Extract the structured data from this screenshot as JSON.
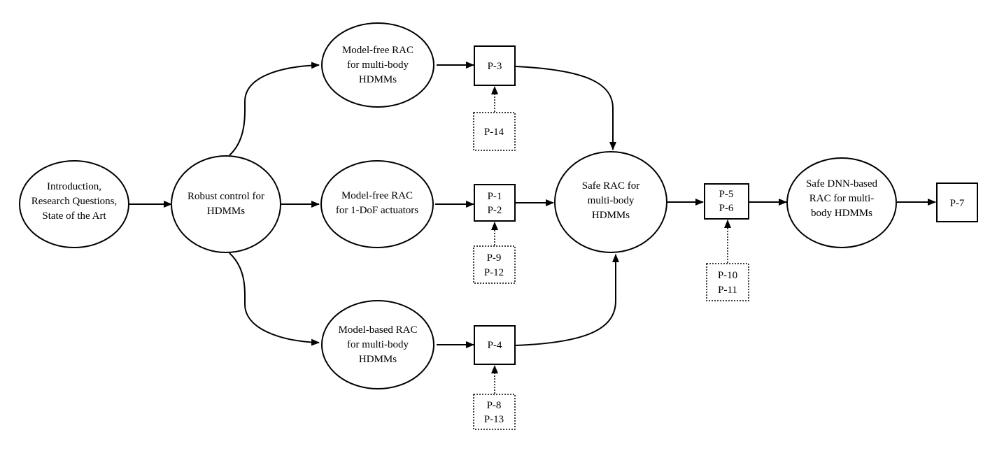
{
  "nodes": {
    "intro": [
      "Introduction,",
      "Research Questions,",
      "State of the Art"
    ],
    "robust": [
      "Robust control for",
      "HDMMs"
    ],
    "mf_multibody": [
      "Model-free RAC",
      "for multi-body",
      "HDMMs"
    ],
    "mf_1dof": [
      "Model-free RAC",
      "for 1-DoF actuators"
    ],
    "mb_multibody": [
      "Model-based RAC",
      "for multi-body",
      "HDMMs"
    ],
    "safe_rac": [
      "Safe RAC for",
      "multi-body",
      "HDMMs"
    ],
    "safe_dnn": [
      "Safe DNN-based",
      "RAC for multi-",
      "body HDMMs"
    ]
  },
  "papers": {
    "p3": [
      "P-3"
    ],
    "p1_p2": [
      "P-1",
      "P-2"
    ],
    "p4": [
      "P-4"
    ],
    "p5_p6": [
      "P-5",
      "P-6"
    ],
    "p7": [
      "P-7"
    ]
  },
  "supporting_papers": {
    "p14": [
      "P-14"
    ],
    "p9_p12": [
      "P-9",
      "P-12"
    ],
    "p8_p13": [
      "P-8",
      "P-13"
    ],
    "p10_p11": [
      "P-10",
      "P-11"
    ]
  },
  "colors": {
    "stroke": "#000000",
    "background": "#ffffff"
  }
}
